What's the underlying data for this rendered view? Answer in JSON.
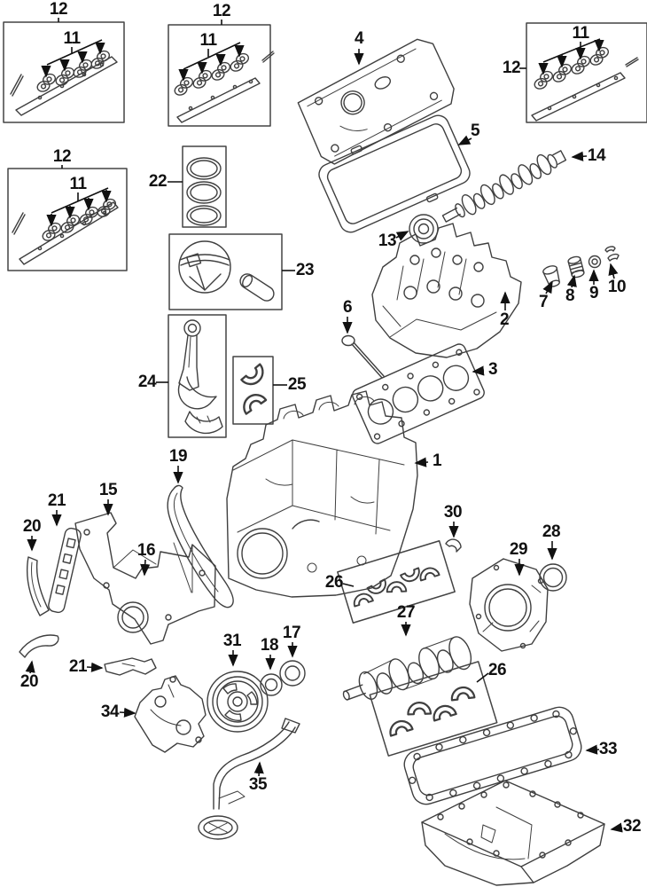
{
  "diagram": {
    "kind": "exploded-engine-parts-diagram",
    "colors": {
      "background": "#ffffff",
      "line": "#3f3f3f",
      "label": "#111111"
    }
  },
  "callouts": [
    {
      "num": "12",
      "part": "rocker-arm-shaft-kit-1"
    },
    {
      "num": "11",
      "part": "rocker-arms-1"
    },
    {
      "num": "12",
      "part": "rocker-arm-shaft-kit-2"
    },
    {
      "num": "11",
      "part": "rocker-arms-2"
    },
    {
      "num": "12",
      "part": "rocker-arm-shaft-kit-3"
    },
    {
      "num": "11",
      "part": "rocker-arms-3"
    },
    {
      "num": "12",
      "part": "rocker-arm-shaft-kit-4"
    },
    {
      "num": "11",
      "part": "rocker-arms-4"
    },
    {
      "num": "22",
      "part": "piston-ring-set"
    },
    {
      "num": "4",
      "part": "valve-cover"
    },
    {
      "num": "5",
      "part": "valve-cover-gasket"
    },
    {
      "num": "14",
      "part": "camshaft"
    },
    {
      "num": "13",
      "part": "camshaft-seal"
    },
    {
      "num": "2",
      "part": "cylinder-head"
    },
    {
      "num": "7",
      "part": "valve-lifter"
    },
    {
      "num": "8",
      "part": "lash-adjuster"
    },
    {
      "num": "9",
      "part": "valve-stem-seal"
    },
    {
      "num": "10",
      "part": "valve-keepers"
    },
    {
      "num": "6",
      "part": "valve"
    },
    {
      "num": "3",
      "part": "head-gasket"
    },
    {
      "num": "23",
      "part": "piston-and-pin"
    },
    {
      "num": "24",
      "part": "connecting-rod"
    },
    {
      "num": "25",
      "part": "rod-bearings"
    },
    {
      "num": "1",
      "part": "engine-block"
    },
    {
      "num": "19",
      "part": "timing-chain"
    },
    {
      "num": "15",
      "part": "timing-cover"
    },
    {
      "num": "21",
      "part": "chain-tensioner-upper"
    },
    {
      "num": "20",
      "part": "chain-guide-upper"
    },
    {
      "num": "16",
      "part": "front-cover-section"
    },
    {
      "num": "30",
      "part": "thrust-washer"
    },
    {
      "num": "29",
      "part": "rear-seal-retainer"
    },
    {
      "num": "28",
      "part": "rear-main-seal"
    },
    {
      "num": "26",
      "part": "main-bearings-upper"
    },
    {
      "num": "27",
      "part": "crankshaft"
    },
    {
      "num": "31",
      "part": "crankshaft-pulley"
    },
    {
      "num": "18",
      "part": "pulley-spacer"
    },
    {
      "num": "17",
      "part": "front-crank-seal"
    },
    {
      "num": "20",
      "part": "chain-guide-lower"
    },
    {
      "num": "21",
      "part": "chain-tensioner-lower"
    },
    {
      "num": "34",
      "part": "oil-pump"
    },
    {
      "num": "35",
      "part": "oil-pickup-tube"
    },
    {
      "num": "26",
      "part": "main-bearings-lower"
    },
    {
      "num": "33",
      "part": "oil-pan-gasket"
    },
    {
      "num": "32",
      "part": "oil-pan"
    }
  ]
}
